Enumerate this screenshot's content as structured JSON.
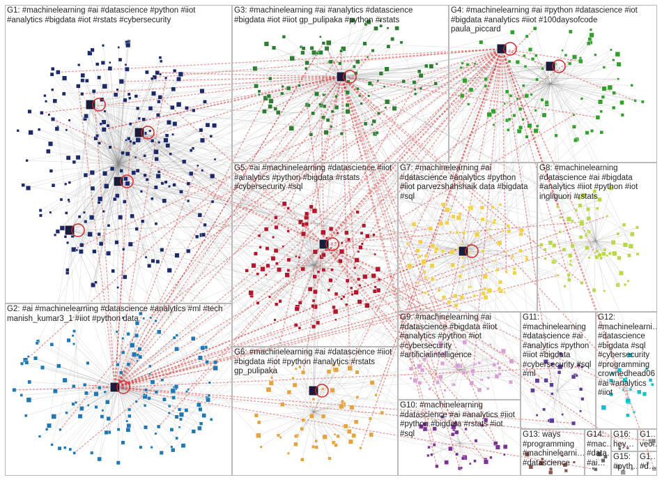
{
  "graph": {
    "groups": [
      {
        "id": "G1",
        "label": "G1: #machinelearning #ai #datascience #python #iiot\n#analytics #bigdata #iot #rstats #cybersecurity",
        "color": "#1c2a6b"
      },
      {
        "id": "G2",
        "label": "G2: #ai #machinelearning #datascience #analytics #ml #tech\nmanish_kumar3_1 #iiot #python data",
        "color": "#1f78b4"
      },
      {
        "id": "G3",
        "label": "G3: #machinelearning #ai #analytics #datascience\n#bigdata #iot #iiot gp_pulipaka #python #rstats",
        "color": "#2e7d32"
      },
      {
        "id": "G4",
        "label": "G4: #machinelearning #ai #python #datascience #iot\n#bigdata #analytics #iiot #100daysofcode\npaula_piccard",
        "color": "#33a02c"
      },
      {
        "id": "G5",
        "label": "G5: #ai #machinelearning #datascience #iiot\n#analytics #python #bigdata #rstats\n#cybersecurity #sql",
        "color": "#b2182b"
      },
      {
        "id": "G6",
        "label": "G6: #machinelearning #ai #datascience #iiot\n#bigdata #iot #python #analytics #rstats\ngp_pulipaka",
        "color": "#e6a23c"
      },
      {
        "id": "G7",
        "label": "G7: #machinelearning #ai\n#datascience #analytics #python\n#iiot parvezshahshaik data #bigdata\n#sql",
        "color": "#f2d14a"
      },
      {
        "id": "G8",
        "label": "G8: #machinelearning\n#datascience #ai #bigdata\n#analytics #iiot #python #iot\ningliguori #rstats",
        "color": "#b8d84a"
      },
      {
        "id": "G9",
        "label": "G9: #machinelearning #ai\n#datascience #bigdata #iiot\n#analytics #python #iot\n#cybersecurity\n#artificialintelligence",
        "color": "#d7a0d7"
      },
      {
        "id": "G10",
        "label": "G10: #machinelearning\n#datascience #ai #analytics #iiot\n#python #bigdata #rstats #iot\n#sql",
        "color": "#7b3294"
      },
      {
        "id": "G11",
        "label": "G11:\n#machinelearning\n#datascience #ai\n#analytics #python\n#iiot #bigdata\n#cybersecurity #sql\n#ml",
        "color": "#5e3c99"
      },
      {
        "id": "G12",
        "label": "G12:\n#machinelearni…\n#datascience\n#bigdata #sql\n#cybersecurity\n#programming\ncrownedhead06\n#ai #analytics\n#iiot",
        "color": "#17becf"
      },
      {
        "id": "G13",
        "label": "G13: ways\n#programming\n#machinelearni…\n#datascience",
        "color": "#8c564b"
      },
      {
        "id": "G14",
        "label": "G14:\n#mac…\n#data…\n#ai…",
        "color": "#666666"
      },
      {
        "id": "G15",
        "label": "G15:\n#pyth…",
        "color": "#999999"
      },
      {
        "id": "G16",
        "label": "G16:\nhey…",
        "color": "#777777"
      },
      {
        "id": "G17",
        "label": "G1…\nvec…",
        "color": "#888888"
      },
      {
        "id": "G18",
        "label": "G1…\n#d…",
        "color": "#aaaaaa"
      }
    ]
  }
}
